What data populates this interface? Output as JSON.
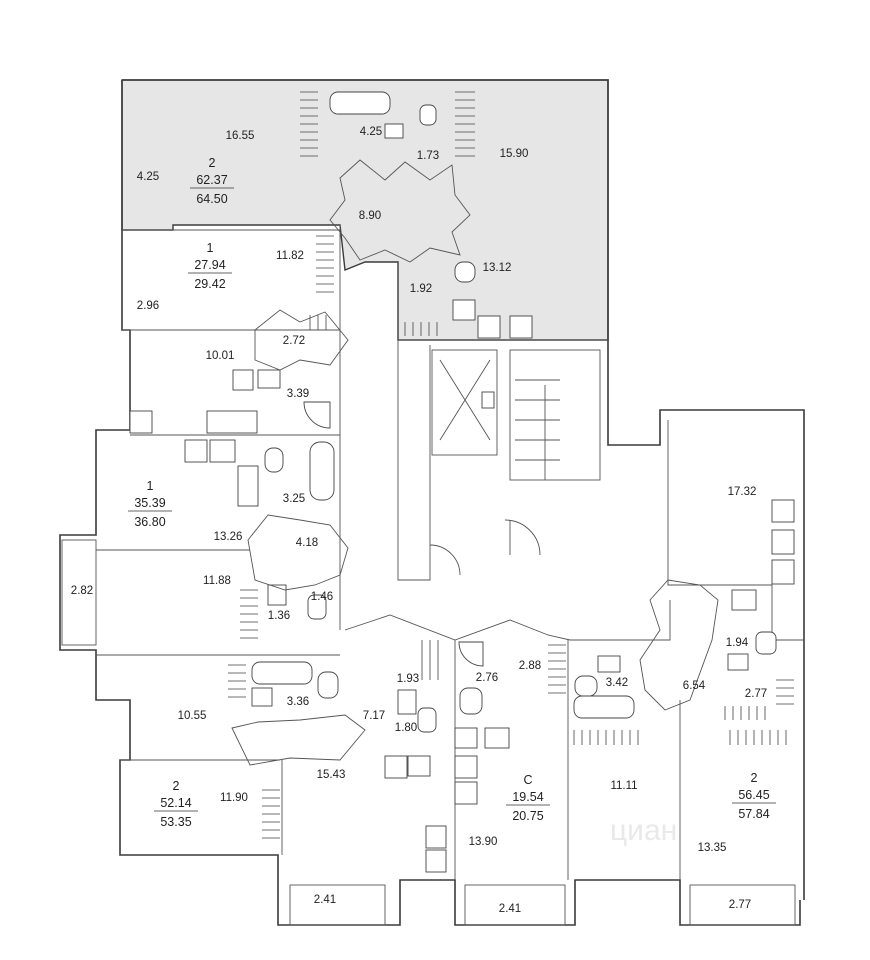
{
  "apartments": [
    {
      "id": "apt-a",
      "rooms": "2",
      "living": "62.37",
      "total": "64.50"
    },
    {
      "id": "apt-b",
      "rooms": "1",
      "living": "27.94",
      "total": "29.42"
    },
    {
      "id": "apt-c",
      "rooms": "1",
      "living": "35.39",
      "total": "36.80"
    },
    {
      "id": "apt-d",
      "rooms": "2",
      "living": "52.14",
      "total": "53.35"
    },
    {
      "id": "apt-e",
      "rooms": "С",
      "living": "19.54",
      "total": "20.75"
    },
    {
      "id": "apt-f",
      "rooms": "2",
      "living": "56.45",
      "total": "57.84"
    }
  ],
  "room_areas": [
    "16.55",
    "4.25",
    "4.25",
    "1.73",
    "15.90",
    "8.90",
    "13.12",
    "1.92",
    "11.82",
    "2.96",
    "2.72",
    "10.01",
    "3.39",
    "3.25",
    "13.26",
    "4.18",
    "2.82",
    "11.88",
    "1.36",
    "1.46",
    "10.55",
    "3.36",
    "7.17",
    "1.93",
    "1.80",
    "15.43",
    "11.90",
    "2.41",
    "2.76",
    "2.88",
    "13.90",
    "2.41",
    "3.42",
    "11.11",
    "6.54",
    "1.94",
    "2.77",
    "17.32",
    "13.35",
    "2.77"
  ],
  "watermark": "циан",
  "colors": {
    "highlight": "#e6e6e6",
    "wall": "#3a3a3a"
  }
}
